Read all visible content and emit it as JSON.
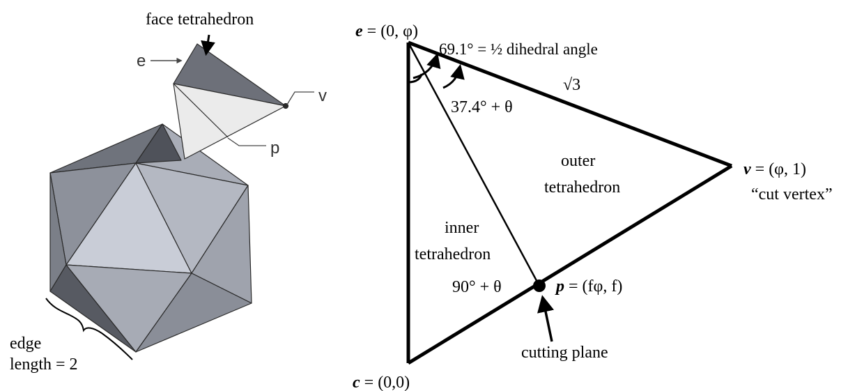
{
  "left_figure": {
    "face_tetrahedron_label": "face tetrahedron",
    "label_e": "e",
    "label_v": "v",
    "label_p": "p",
    "edge_length_line1": "edge",
    "edge_length_line2": "length = 2"
  },
  "right_figure": {
    "point_e": {
      "var": "e",
      "rest": " = (0, φ)"
    },
    "point_c": {
      "var": "c",
      "rest": " = (0,0)"
    },
    "point_v": {
      "var": "v",
      "rest": " = (φ, 1)"
    },
    "point_p": {
      "var": "p",
      "rest": " = (fφ, f)"
    },
    "cut_vertex_label": "“cut vertex”",
    "dihedral_label": "69.1° = ½ dihedral angle",
    "edge_sqrt3_label": "√3",
    "angle_374_label": "37.4° + θ",
    "angle_90_label": "90° + θ",
    "outer_tetra_line1": "outer",
    "outer_tetra_line2": "tetrahedron",
    "inner_tetra_line1": "inner",
    "inner_tetra_line2": "tetrahedron",
    "cutting_plane_label": "cutting plane"
  }
}
